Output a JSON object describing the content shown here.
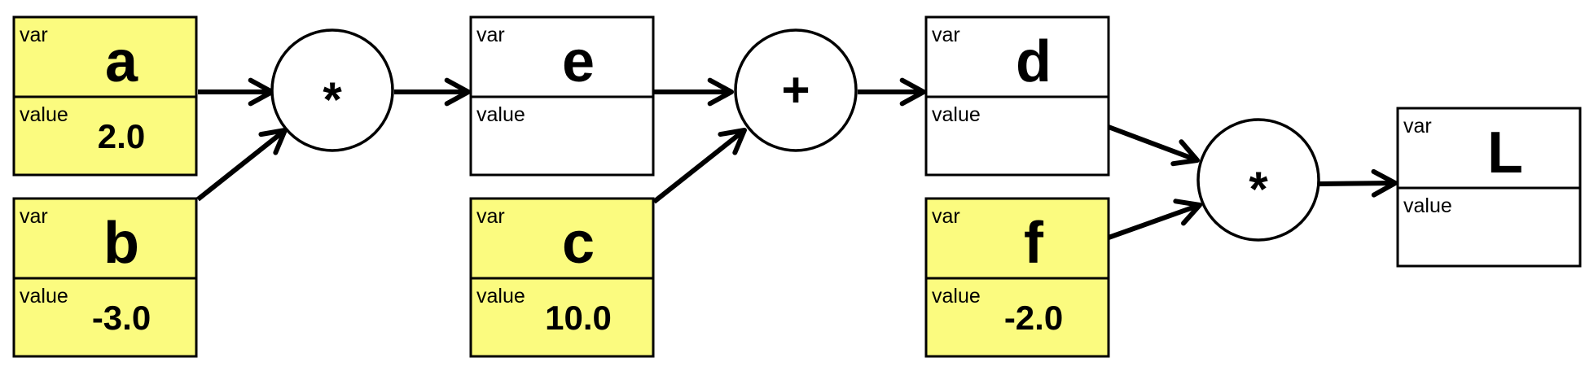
{
  "colors": {
    "leaf_fill": "#fbfb7f",
    "result_fill": "#ffffff",
    "stroke": "#000000"
  },
  "variables": [
    {
      "id": "a",
      "var_label": "var",
      "name": "a",
      "value_label": "value",
      "value": "2.0",
      "leaf": true
    },
    {
      "id": "b",
      "var_label": "var",
      "name": "b",
      "value_label": "value",
      "value": "-3.0",
      "leaf": true
    },
    {
      "id": "e",
      "var_label": "var",
      "name": "e",
      "value_label": "value",
      "value": "",
      "leaf": false
    },
    {
      "id": "c",
      "var_label": "var",
      "name": "c",
      "value_label": "value",
      "value": "10.0",
      "leaf": true
    },
    {
      "id": "d",
      "var_label": "var",
      "name": "d",
      "value_label": "value",
      "value": "",
      "leaf": false
    },
    {
      "id": "f",
      "var_label": "var",
      "name": "f",
      "value_label": "value",
      "value": "-2.0",
      "leaf": true
    },
    {
      "id": "L",
      "var_label": "var",
      "name": "L",
      "value_label": "value",
      "value": "",
      "leaf": false
    }
  ],
  "operations": [
    {
      "id": "op1",
      "symbol": "*"
    },
    {
      "id": "op2",
      "symbol": "+"
    },
    {
      "id": "op3",
      "symbol": "*"
    }
  ],
  "edges": [
    {
      "from": "a",
      "to": "op1"
    },
    {
      "from": "b",
      "to": "op1"
    },
    {
      "from": "op1",
      "to": "e"
    },
    {
      "from": "e",
      "to": "op2"
    },
    {
      "from": "c",
      "to": "op2"
    },
    {
      "from": "op2",
      "to": "d"
    },
    {
      "from": "d",
      "to": "op3"
    },
    {
      "from": "f",
      "to": "op3"
    },
    {
      "from": "op3",
      "to": "L"
    }
  ]
}
